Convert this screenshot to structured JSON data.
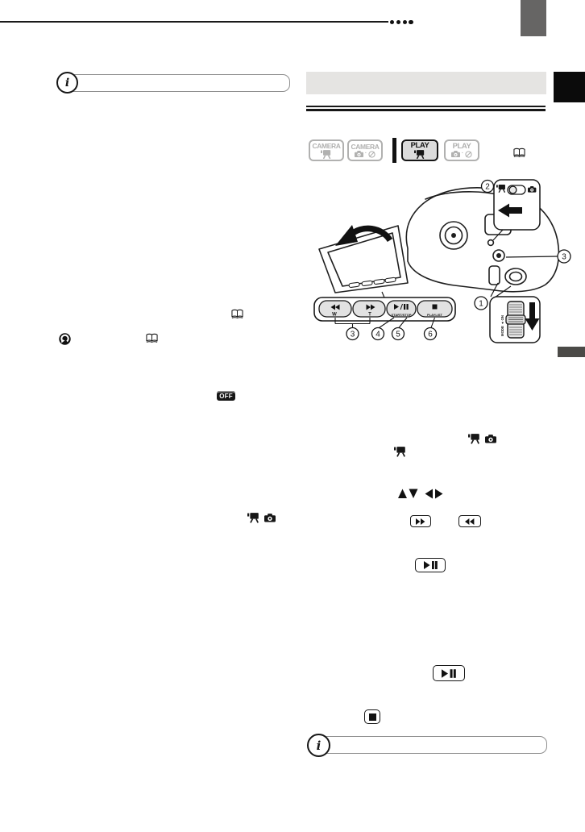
{
  "page": {
    "kind": "camcorder manual page, graphics only (body text blank)"
  },
  "colors": {
    "ink": "#1a1a1a",
    "corner_tab": "#666564",
    "side_tab_black": "#0b0b0b",
    "side_tab_lower_gray": "#4b4a47",
    "section_bar": "#e5e4e2",
    "inactive_mode_gray": "#b1b1b0",
    "pill_fill": "#e2e2e2"
  },
  "top_rule": {
    "dot_count": 4
  },
  "note_box_top": {
    "icon": "info-icon",
    "symbol": "i"
  },
  "note_box_bottom": {
    "icon": "info-icon",
    "symbol": "i"
  },
  "mode_row": {
    "buttons": [
      {
        "label": "CAMERA",
        "icons": [
          "movie-icon"
        ],
        "active": false
      },
      {
        "label": "CAMERA",
        "icons": [
          "still-camera-icon",
          "disc-icon"
        ],
        "active": false
      },
      {
        "label": "PLAY",
        "icons": [
          "movie-icon"
        ],
        "active": true
      },
      {
        "label": "PLAY",
        "icons": [
          "still-camera-icon",
          "disc-icon"
        ],
        "active": false
      }
    ],
    "book_icon": "open-book-icon"
  },
  "illustration": {
    "callout_numbers": [
      "1",
      "2",
      "3",
      "4",
      "5",
      "6"
    ],
    "button_bar": [
      {
        "icon": "rewind-icon",
        "letter": "W"
      },
      {
        "icon": "fast-forward-icon",
        "letter": "T"
      },
      {
        "icon": "play-pause-icon",
        "label": "START/STOP"
      },
      {
        "icon": "stop-icon",
        "label": "PLAYLIST"
      }
    ],
    "power_slider_label": "MODE ◄ ON"
  },
  "inline_symbols": {
    "off_badge": "OFF",
    "book_icon": "open-book-icon",
    "jump_icon": "curved-arrow-icon",
    "movie_icon": "movie-icon",
    "still_camera_icon": "still-camera-icon",
    "joystick_arrows": "up-down-left-right-triangles"
  }
}
